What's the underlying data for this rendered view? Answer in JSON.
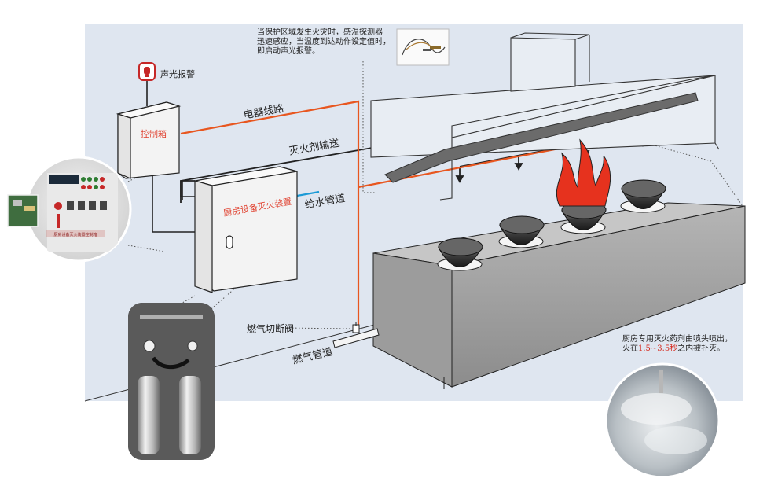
{
  "labels": {
    "alarm": "声光报警",
    "control_box": "控制箱",
    "wiring": "电器线路",
    "agent_delivery": "灭火剂输送",
    "water_pipe": "给水管道",
    "device": "厨房设备灭火装置",
    "gas_valve": "燃气切断阀",
    "gas_pipe": "燃气管道"
  },
  "notes": {
    "detector_lines": [
      "当保护区域发生火灾时，感温探测器",
      "迅速感应，当温度到达动作设定值时，",
      "即启动声光报警。"
    ],
    "spray_line1": "厨房专用灭火药剂由喷头喷出，",
    "spray_line2_pre": "火在",
    "spray_line2_hl": "1.5~3.5秒",
    "spray_line2_post": "之内被扑灭。"
  },
  "panel_photo_title": "厨房设备灭火装置控制箱",
  "icons": [
    "alarm-bell-icon",
    "detector-photo",
    "control-panel-photo",
    "cylinder-photo",
    "mist-photo"
  ],
  "colors": {
    "background_panel": "#dfe6f0",
    "electric_line": "#e8561f",
    "water_line": "#1a9ad6",
    "flame": "#e6321e",
    "box_outline": "#222222"
  }
}
